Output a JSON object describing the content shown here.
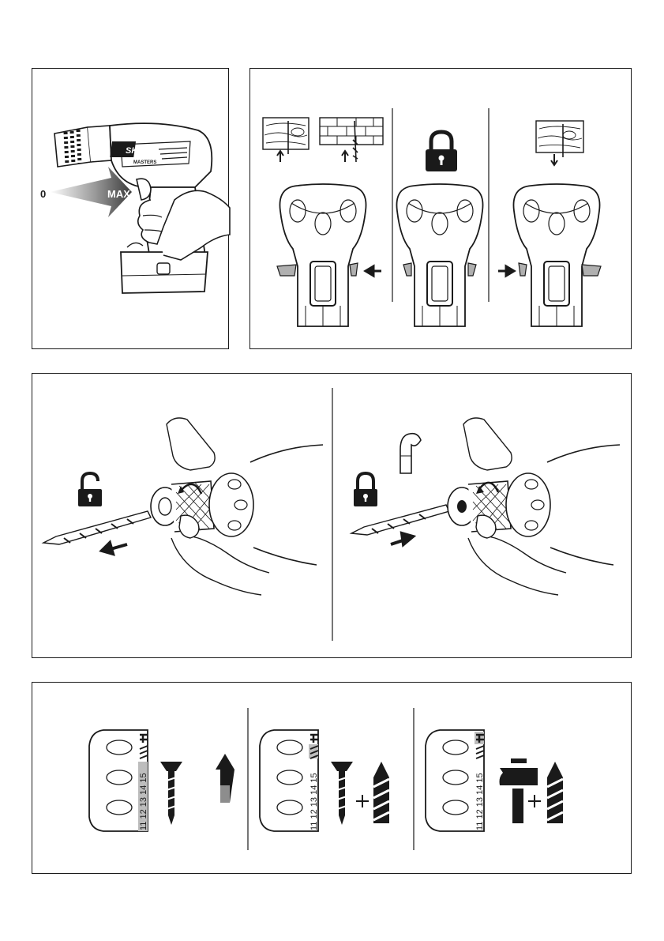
{
  "panel_trigger": {
    "min_label": "0",
    "max_label": "MAX",
    "brand": "SKIL",
    "model": "MASTERS"
  },
  "panel_clutch": {
    "ring_numbers": [
      "11",
      "12",
      "13",
      "14",
      "15"
    ]
  },
  "colors": {
    "line": "#1a1a1a",
    "arrow": "#1a1a1a",
    "highlight": "#bdbdbd",
    "grey_button": "#b0b0b0"
  }
}
